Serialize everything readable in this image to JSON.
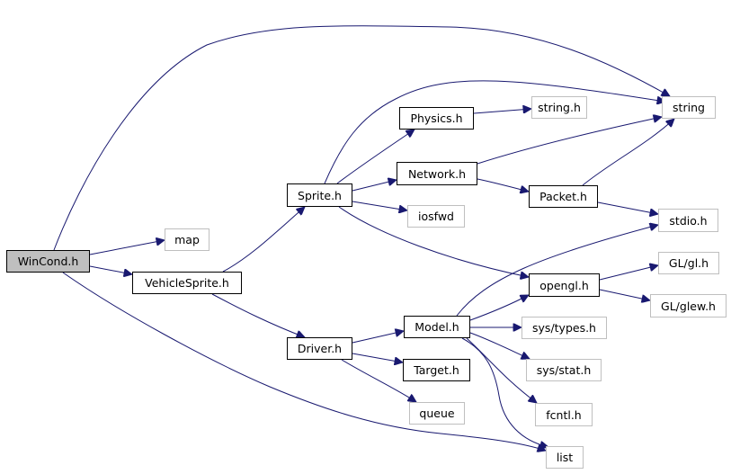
{
  "diagram": {
    "type": "include-dependency-graph",
    "colors": {
      "edge": "#191970",
      "root_fill": "#bfbfbf",
      "external_border": "#bfbfbf",
      "documented_border": "#000000"
    },
    "nodes": [
      {
        "id": "wincond",
        "label": "WinCond.h",
        "kind": "root"
      },
      {
        "id": "map",
        "label": "map",
        "kind": "external"
      },
      {
        "id": "vehiclesprite",
        "label": "VehicleSprite.h",
        "kind": "documented"
      },
      {
        "id": "sprite",
        "label": "Sprite.h",
        "kind": "documented"
      },
      {
        "id": "physics",
        "label": "Physics.h",
        "kind": "documented"
      },
      {
        "id": "network",
        "label": "Network.h",
        "kind": "documented"
      },
      {
        "id": "iosfwd",
        "label": "iosfwd",
        "kind": "external"
      },
      {
        "id": "stringh",
        "label": "string.h",
        "kind": "external"
      },
      {
        "id": "string",
        "label": "string",
        "kind": "external"
      },
      {
        "id": "packet",
        "label": "Packet.h",
        "kind": "documented"
      },
      {
        "id": "stdio",
        "label": "stdio.h",
        "kind": "external"
      },
      {
        "id": "opengl",
        "label": "opengl.h",
        "kind": "documented"
      },
      {
        "id": "glgl",
        "label": "GL/gl.h",
        "kind": "external"
      },
      {
        "id": "glglew",
        "label": "GL/glew.h",
        "kind": "external"
      },
      {
        "id": "driver",
        "label": "Driver.h",
        "kind": "documented"
      },
      {
        "id": "model",
        "label": "Model.h",
        "kind": "documented"
      },
      {
        "id": "target",
        "label": "Target.h",
        "kind": "documented"
      },
      {
        "id": "queue",
        "label": "queue",
        "kind": "external"
      },
      {
        "id": "systypes",
        "label": "sys/types.h",
        "kind": "external"
      },
      {
        "id": "sysstat",
        "label": "sys/stat.h",
        "kind": "external"
      },
      {
        "id": "fcntl",
        "label": "fcntl.h",
        "kind": "external"
      },
      {
        "id": "list",
        "label": "list",
        "kind": "external"
      }
    ],
    "edges": [
      {
        "from": "wincond",
        "to": "string"
      },
      {
        "from": "wincond",
        "to": "map"
      },
      {
        "from": "wincond",
        "to": "vehiclesprite"
      },
      {
        "from": "wincond",
        "to": "list"
      },
      {
        "from": "vehiclesprite",
        "to": "sprite"
      },
      {
        "from": "vehiclesprite",
        "to": "driver"
      },
      {
        "from": "sprite",
        "to": "string"
      },
      {
        "from": "sprite",
        "to": "physics"
      },
      {
        "from": "sprite",
        "to": "network"
      },
      {
        "from": "sprite",
        "to": "iosfwd"
      },
      {
        "from": "sprite",
        "to": "opengl"
      },
      {
        "from": "physics",
        "to": "stringh"
      },
      {
        "from": "network",
        "to": "string"
      },
      {
        "from": "network",
        "to": "packet"
      },
      {
        "from": "packet",
        "to": "string"
      },
      {
        "from": "packet",
        "to": "stdio"
      },
      {
        "from": "opengl",
        "to": "glgl"
      },
      {
        "from": "opengl",
        "to": "glglew"
      },
      {
        "from": "driver",
        "to": "model"
      },
      {
        "from": "driver",
        "to": "target"
      },
      {
        "from": "driver",
        "to": "queue"
      },
      {
        "from": "model",
        "to": "stdio"
      },
      {
        "from": "model",
        "to": "opengl"
      },
      {
        "from": "model",
        "to": "systypes"
      },
      {
        "from": "model",
        "to": "sysstat"
      },
      {
        "from": "model",
        "to": "fcntl"
      },
      {
        "from": "model",
        "to": "list"
      }
    ]
  }
}
